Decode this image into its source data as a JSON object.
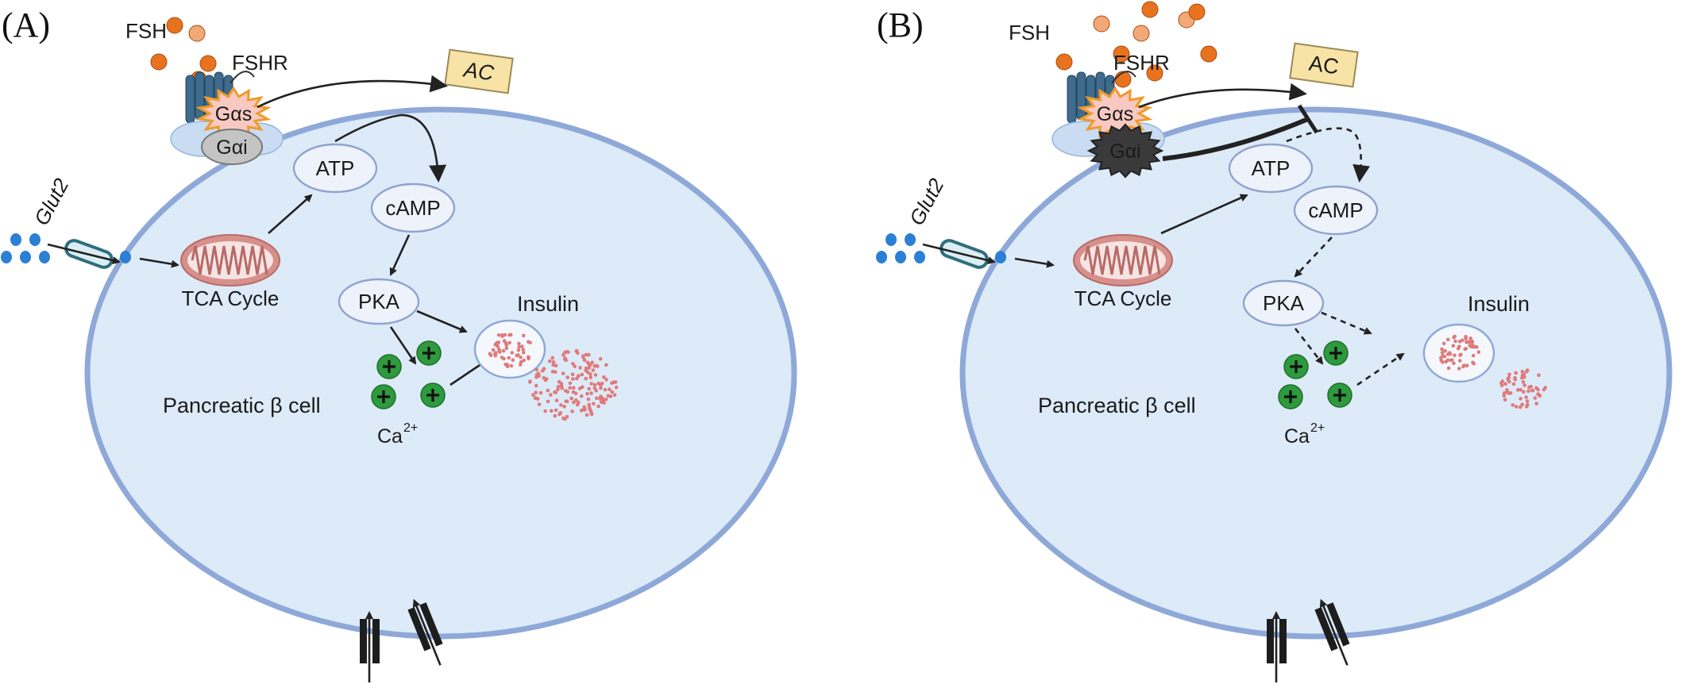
{
  "panels": [
    {
      "label": "(A)",
      "fsh": "FSH",
      "fshr": "FSHR",
      "gas": "Gαs",
      "gai": "Gαi",
      "ac": "AC",
      "atp": "ATP",
      "camp": "cAMP",
      "pka": "PKA",
      "glut2": "Glut2",
      "tca": "TCA Cycle",
      "insulin": "Insulin",
      "cell": "Pancreatic β cell",
      "calcium_base": "Ca",
      "calcium_sup": "2+",
      "gai_active": false,
      "pathway": "active"
    },
    {
      "label": "(B)",
      "fsh": "FSH",
      "fshr": "FSHR",
      "gas": "Gαs",
      "gai": "Gαi",
      "ac": "AC",
      "atp": "ATP",
      "camp": "cAMP",
      "pka": "PKA",
      "glut2": "Glut2",
      "tca": "TCA Cycle",
      "insulin": "Insulin",
      "cell": "Pancreatic β cell",
      "calcium_base": "Ca",
      "calcium_sup": "2+",
      "gai_active": true,
      "pathway": "inhibited"
    }
  ],
  "colors": {
    "cell_fill": "#ddeaf8",
    "cell_stroke": "#8ea8d8",
    "fsh_dark": "#e8731f",
    "fsh_light": "#f3a878",
    "receptor": "#3f6b8c",
    "gas_fill": "#f7c9c2",
    "gas_star": "#f09a2a",
    "gai_inactive": "#c4c4c4",
    "gai_active": "#3a3a3a",
    "ac_fill": "#f8e3a6",
    "glucose": "#2b7fd4",
    "mito": "#d7908c",
    "calcium": "#2e9a3e",
    "insulin_dots": "#e07a7a"
  }
}
